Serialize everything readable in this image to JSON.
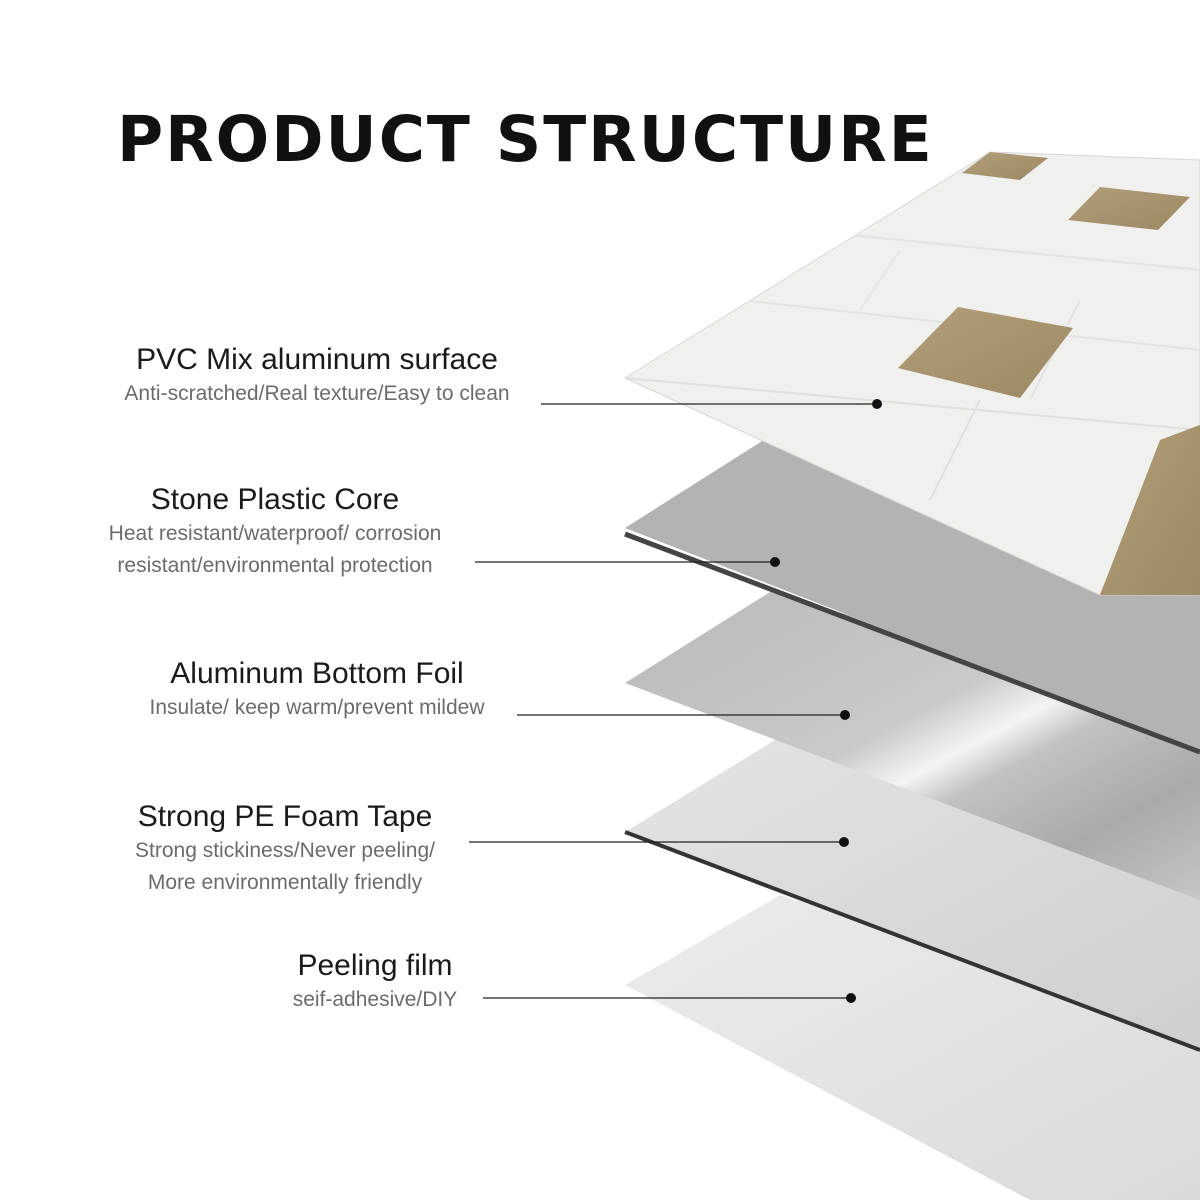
{
  "title": "PRODUCT STRUCTURE",
  "layers": [
    {
      "name": "PVC Mix aluminum surface",
      "desc_lines": [
        "Anti-scratched/Real texture/Easy to clean"
      ],
      "color": "#f0f0ef",
      "accent": "#a8936c"
    },
    {
      "name": "Stone Plastic Core",
      "desc_lines": [
        "Heat resistant/waterproof/ corrosion",
        "resistant/environmental protection"
      ],
      "color": "#b3b3b3"
    },
    {
      "name": "Aluminum Bottom Foil",
      "desc_lines": [
        "Insulate/ keep warm/prevent mildew"
      ],
      "color": "#c8c8c8"
    },
    {
      "name": "Strong PE Foam Tape",
      "desc_lines": [
        "Strong stickiness/Never peeling/",
        "More environmentally friendly"
      ],
      "color": "#dedede"
    },
    {
      "name": "Peeling film",
      "desc_lines": [
        "seif-adhesive/DIY"
      ],
      "color": "#e6e6e6"
    }
  ]
}
